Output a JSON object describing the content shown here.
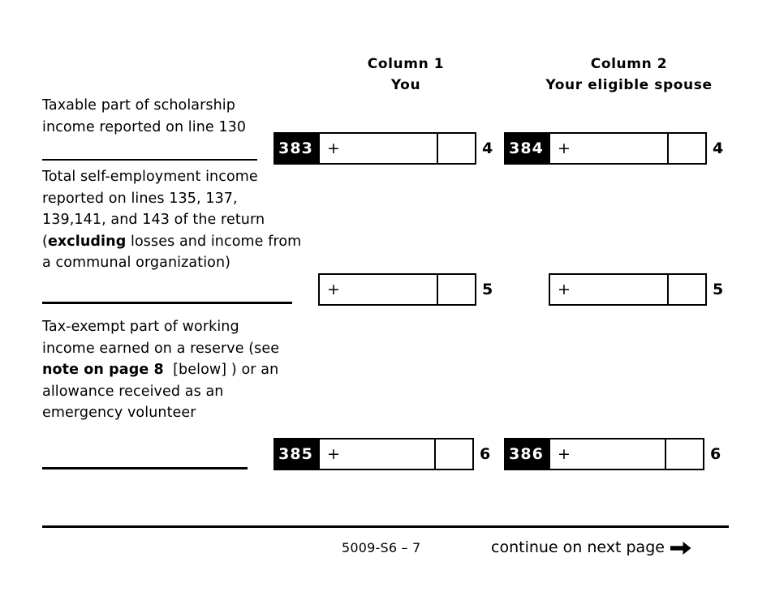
{
  "form": {
    "columns": [
      {
        "title": "Column 1",
        "subtitle": "You"
      },
      {
        "title": "Column 2",
        "subtitle": "Your eligible spouse"
      }
    ],
    "rows": [
      {
        "label_html": "Taxable part of scholarship income reported on line 130",
        "line_number": "4",
        "fields": [
          {
            "code": "383",
            "operator": "+",
            "value": "",
            "cents": ""
          },
          {
            "code": "384",
            "operator": "+",
            "value": "",
            "cents": ""
          }
        ]
      },
      {
        "label_html": "Total self-employment income reported on lines 135, 137, 139,141, and 143 of the return (<b>excluding</b> losses and income from a communal organization)",
        "line_number": "5",
        "fields": [
          {
            "code": "",
            "operator": "+",
            "value": "",
            "cents": ""
          },
          {
            "code": "",
            "operator": "+",
            "value": "",
            "cents": ""
          }
        ]
      },
      {
        "label_html": "Tax-exempt part of working income earned on a reserve (see <b>note on page 8</b>&nbsp; [below] ) or an allowance received as an emergency volunteer",
        "line_number": "6",
        "fields": [
          {
            "code": "385",
            "operator": "+",
            "value": "",
            "cents": ""
          },
          {
            "code": "386",
            "operator": "+",
            "value": "",
            "cents": ""
          }
        ]
      }
    ]
  },
  "footer": {
    "form_id": "5009-S6 – 7",
    "continue_text": "continue on next page",
    "arrow_icon": "arrow-right-icon"
  },
  "colors": {
    "ink": "#000000",
    "paper": "#ffffff"
  }
}
